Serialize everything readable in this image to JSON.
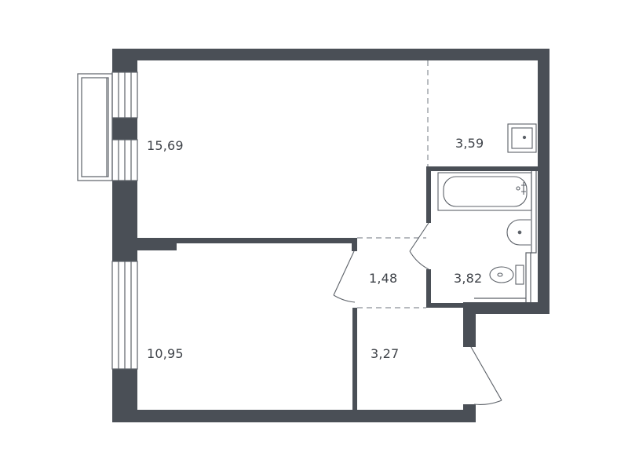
{
  "colors": {
    "wall": "#4a4f56",
    "line": "#5c6168",
    "dash": "#8a8f96",
    "background": "#ffffff"
  },
  "rooms": {
    "living_room": {
      "area": "15,69"
    },
    "kitchen": {
      "area": "3,59"
    },
    "corridor": {
      "area": "1,48"
    },
    "bathroom": {
      "area": "3,82"
    },
    "bedroom": {
      "area": "10,95"
    },
    "hallway": {
      "area": "3,27"
    }
  },
  "fixtures": [
    "bathtub-icon",
    "sink-icon",
    "toilet-icon",
    "stove-icon"
  ]
}
